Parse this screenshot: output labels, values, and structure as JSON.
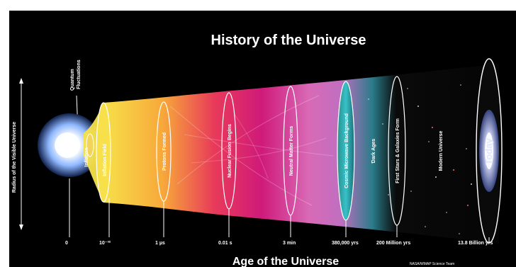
{
  "title": "History of the Universe",
  "x_axis_label": "Age of the Universe",
  "credit": "NASA/WMAP Science Team",
  "left_labels": {
    "radius": "Radius of the Visible Universe",
    "quantum": [
      "Quantum",
      "Fluctuations"
    ],
    "inflation": "Inflation",
    "bubbles": "Inflation Field"
  },
  "epochs": [
    {
      "label": "Protons Formed",
      "tick": "1 µs"
    },
    {
      "label": "Nuclear Fusion Begins",
      "tick": "0.01 s"
    },
    {
      "label": "Neutral Matter Forms",
      "tick": "3 min"
    },
    {
      "label": "Cosmic Microwave Background",
      "tick": "380,000 yrs"
    },
    {
      "label": "Dark Ages",
      "tick": ""
    },
    {
      "label": "First Stars & Galaxies Form",
      "tick": "200 Million yrs"
    },
    {
      "label": "Modern Universe",
      "tick": ""
    },
    {
      "label": "Today",
      "tick": "13.8 Billion yrs"
    }
  ],
  "first_ticks": [
    "0",
    "10⁻³²"
  ],
  "colors": {
    "background": "#000000",
    "title": "#ffffff",
    "cmb": "#1f9aa3",
    "yellow": "#f7e04a",
    "magenta": "#d01a7a",
    "pink": "#e58ad0",
    "galaxy": "#cfd6ff"
  }
}
